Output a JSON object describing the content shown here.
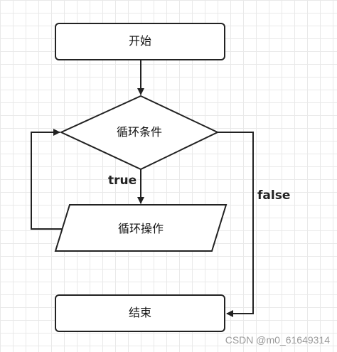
{
  "nodes": {
    "start": "开始",
    "condition": "循环条件",
    "operation": "循环操作",
    "end": "结束"
  },
  "edges": {
    "true_label": "true",
    "false_label": "false"
  },
  "watermark": "CSDN @m0_61649314",
  "colors": {
    "stroke": "#222222",
    "grid": "#e9e9e9",
    "background": "#ffffff"
  }
}
